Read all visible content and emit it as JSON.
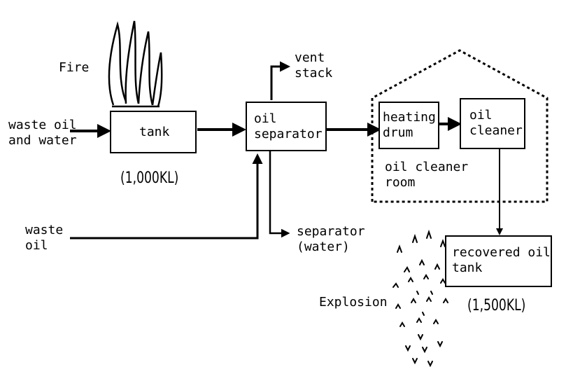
{
  "labels": {
    "fire": "Fire",
    "waste_oil_and_water_1": "waste oil",
    "waste_oil_and_water_2": "and water",
    "waste_oil_1": "waste",
    "waste_oil_2": "oil",
    "vent_stack_1": "vent",
    "vent_stack_2": "stack",
    "separator_water_1": "separator",
    "separator_water_2": "(water)",
    "oil_cleaner_room_1": "oil cleaner",
    "oil_cleaner_room_2": "room",
    "explosion": "Explosion"
  },
  "boxes": {
    "tank": "tank",
    "oil_separator_1": "oil",
    "oil_separator_2": "separator",
    "heating_drum_1": "heating",
    "heating_drum_2": "drum",
    "oil_cleaner_1": "oil",
    "oil_cleaner_2": "cleaner",
    "recovered_oil_tank_1": "recovered oil",
    "recovered_oil_tank_2": "tank"
  },
  "capacities": {
    "tank": "(1,000KL)",
    "recovered_oil_tank": "(1,500KL)"
  },
  "icons": [
    "fire-icon",
    "explosion-icon"
  ]
}
